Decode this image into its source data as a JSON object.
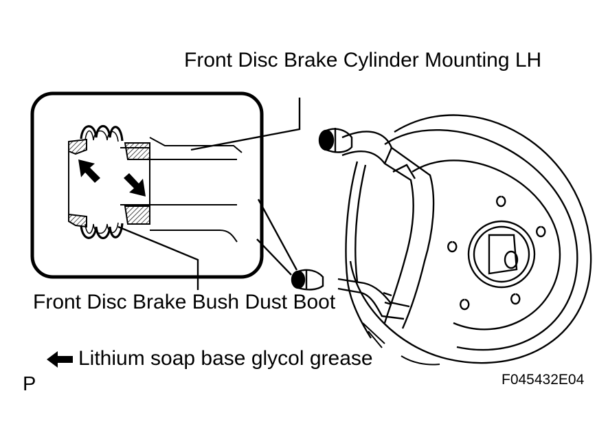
{
  "labels": {
    "cylinder_mounting": "Front Disc Brake Cylinder Mounting LH",
    "dust_boot": "Front Disc Brake Bush Dust Boot",
    "grease_legend": "Lithium soap base glycol grease",
    "view_marker": "P",
    "figure_code": "F045432E04"
  },
  "icons": {
    "legend": "left-arrow-icon",
    "apply_grease": "diagonal-arrow-icon"
  },
  "colors": {
    "line": "#000000",
    "background": "#ffffff"
  }
}
